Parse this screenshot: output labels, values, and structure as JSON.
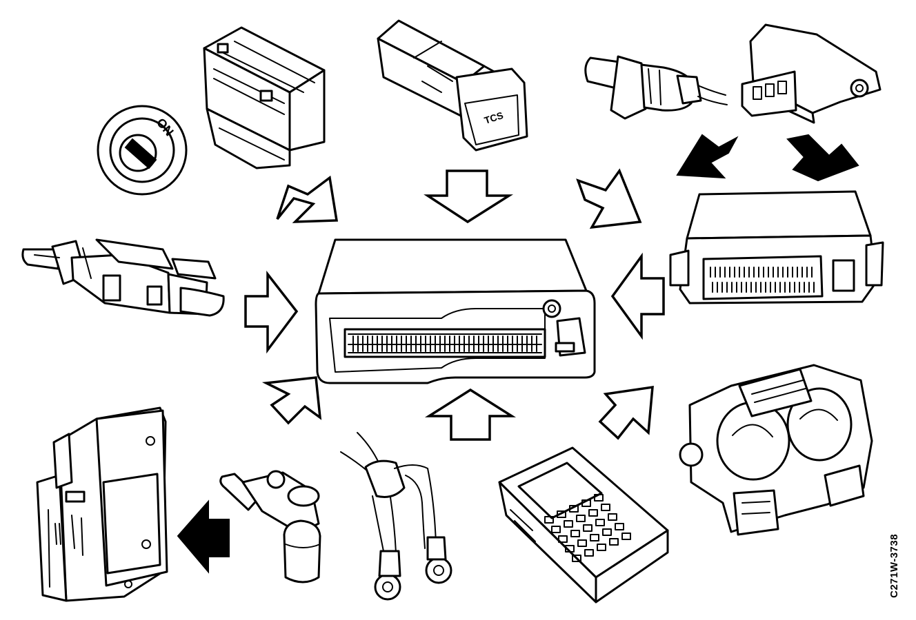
{
  "figure": {
    "reference_code": "C271W-3738",
    "ignition_switch_label": "ON",
    "tcs_switch_label": "TCS",
    "colors": {
      "ink": "#000000",
      "background": "#ffffff"
    }
  },
  "components": [
    "ignition-switch",
    "battery",
    "tcs-switch",
    "speed-sensor",
    "throttle-position-sensor",
    "abs-control-unit",
    "brake-light-switch",
    "central-ecu",
    "throttle-body",
    "diagnostic-tester",
    "wheel-speed-sensors",
    "crankshaft-sensor",
    "output-control-module"
  ],
  "icons": {
    "input_arrow": "hollow-arrow-icon",
    "output_arrow": "solid-arrow-icon"
  }
}
